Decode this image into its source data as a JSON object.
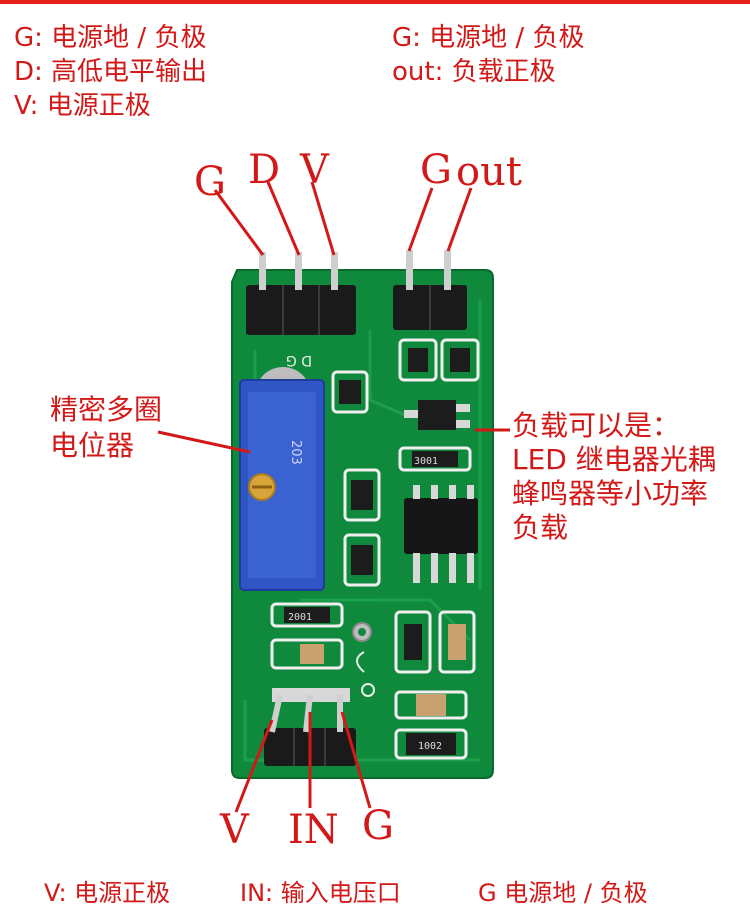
{
  "legend_left": [
    "G: 电源地 / 负极",
    "D: 高低电平输出",
    "V: 电源正极"
  ],
  "legend_right": [
    "G: 电源地 / 负极",
    "out: 负载正极"
  ],
  "top_pins": [
    "G",
    "D",
    "V",
    "G",
    "out"
  ],
  "bottom_pins": [
    "V",
    "IN",
    "G"
  ],
  "potentiometer_label": [
    "精密多圈",
    "电位器"
  ],
  "load_label": [
    "负载可以是：",
    "LED 继电器光耦",
    "蜂鸣器等小功率",
    "负载"
  ],
  "footer": [
    "V: 电源正极",
    "IN: 输入电压口",
    "G 电源地 / 负极"
  ],
  "silkscreen": {
    "pot_top": "D  G",
    "pot_code": "203",
    "ic": "3001",
    "res_a": "2001",
    "res_b": "1002"
  },
  "colors": {
    "accent": "#d31818",
    "pcb": "#0f8a3c",
    "header": "#1a1a1a",
    "pot": "#2f56c4"
  }
}
